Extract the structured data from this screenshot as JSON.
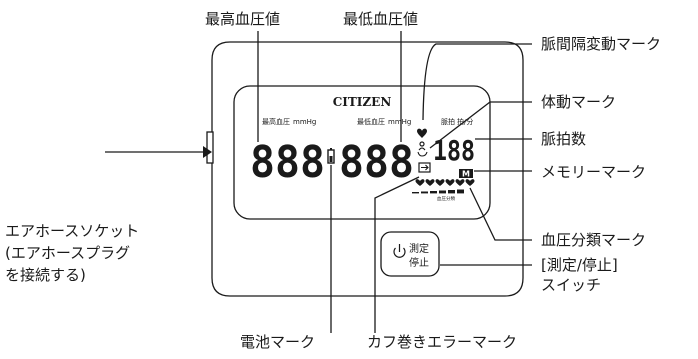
{
  "device": {
    "brand": "CITIZEN",
    "lcd_labels": {
      "systolic": "最高血圧",
      "systolic_unit": "mmHg",
      "diastolic": "最低血圧",
      "diastolic_unit": "mmHg",
      "pulse": "脈拍",
      "pulse_unit": "拍/分",
      "bp_class": "血圧分類"
    },
    "digits": {
      "systolic": "888",
      "diastolic": "888",
      "pulse": "188"
    },
    "memory_mark": "M",
    "button": {
      "line1": "測定",
      "line2": "停止"
    }
  },
  "callouts": {
    "systolic": "最高血圧値",
    "diastolic": "最低血圧値",
    "irregular_pulse": "脈間隔変動マーク",
    "body_motion": "体動マーク",
    "pulse_count": "脈拍数",
    "memory": "メモリーマーク",
    "bp_class": "血圧分類マーク",
    "switch_line1": "[測定/停止]",
    "switch_line2": "スイッチ",
    "air_hose_line1": "エアホースソケット",
    "air_hose_line2": "(エアホースプラグ",
    "air_hose_line3": "を接続する)",
    "battery": "電池マーク",
    "cuff_error": "カフ巻きエラーマーク"
  },
  "colors": {
    "ink": "#1a1a1a",
    "background": "#ffffff"
  }
}
